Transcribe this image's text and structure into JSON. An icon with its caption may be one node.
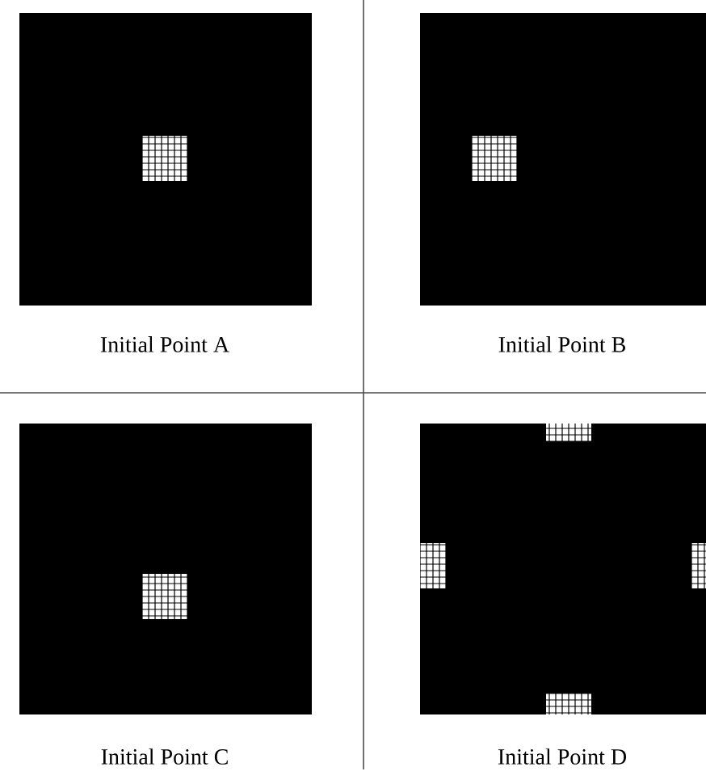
{
  "diagram": {
    "labels": [
      "Initial Point A",
      "Initial Point B",
      "Initial Point C",
      "Initial Point D"
    ]
  }
}
